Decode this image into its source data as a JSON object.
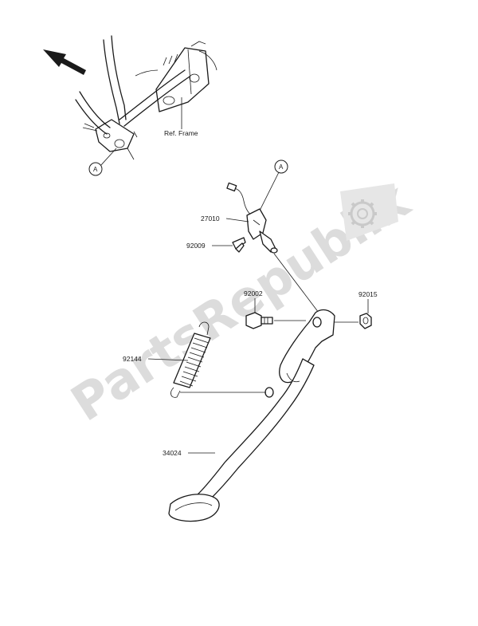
{
  "watermark": "PartsRepublik",
  "callout_letter": "A",
  "parts": [
    {
      "id": "ref_frame",
      "label": "Ref. Frame"
    },
    {
      "id": "27010",
      "label": "27010"
    },
    {
      "id": "92009",
      "label": "92009"
    },
    {
      "id": "92002",
      "label": "92002"
    },
    {
      "id": "92015",
      "label": "92015"
    },
    {
      "id": "92144",
      "label": "92144"
    },
    {
      "id": "34024",
      "label": "34024"
    }
  ]
}
